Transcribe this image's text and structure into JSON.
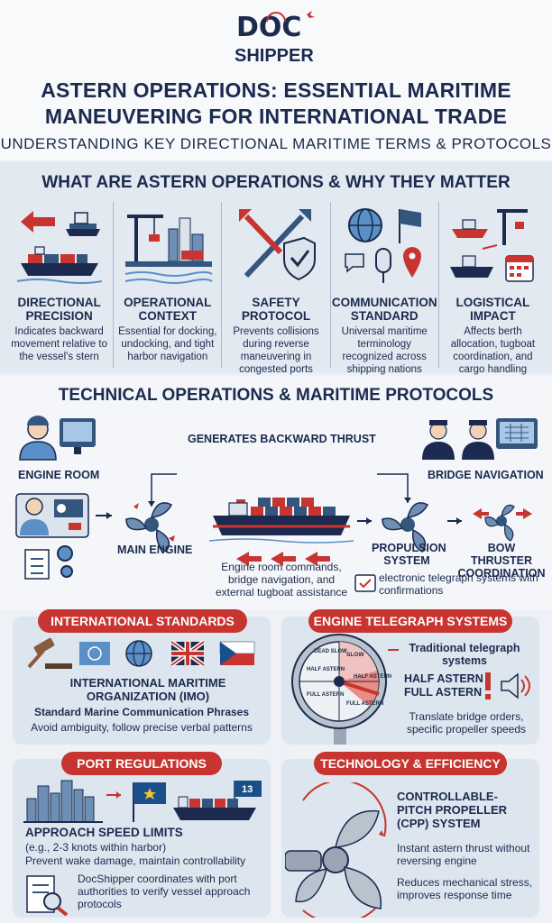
{
  "brand": {
    "logo_top": "DOC",
    "logo_bottom": "SHIPPER"
  },
  "header": {
    "title_line1": "ASTERN OPERATIONS: ESSENTIAL MARITIME",
    "title_line2": "MANEUVERING FOR INTERNATIONAL TRADE",
    "subtitle": "UNDERSTANDING KEY DIRECTIONAL MARITIME TERMS & PROTOCOLS"
  },
  "section1": {
    "title": "WHAT ARE ASTERN OPERATIONS & WHY THEY MATTER",
    "cards": [
      {
        "head1": "DIRECTIONAL",
        "head2": "PRECISION",
        "text": "Indicates backward movement relative to the vessel's stern",
        "icon": "ship-backward-arrow-icon"
      },
      {
        "head1": "OPERATIONAL",
        "head2": "CONTEXT",
        "text": "Essential for docking, undocking, and tight harbor navigation",
        "icon": "harbor-crane-icon"
      },
      {
        "head1": "SAFETY",
        "head2": "PROTOCOL",
        "text": "Prevents collisions during reverse maneuvering in congested ports",
        "icon": "shield-arrows-icon"
      },
      {
        "head1": "COMMUNICATION",
        "head2": "STANDARD",
        "text": "Universal maritime terminology recognized across shipping nations",
        "icon": "globe-microphone-icon"
      },
      {
        "head1": "LOGISTICAL",
        "head2": "IMPACT",
        "text": "Affects berth allocation, tugboat coordination, and cargo handling schedules",
        "icon": "tugboat-calendar-icon"
      }
    ]
  },
  "section2": {
    "title": "TECHNICAL OPERATIONS & MARITIME PROTOCOLS",
    "engine_room": "ENGINE ROOM",
    "bridge_navigation": "BRIDGE NAVIGATION",
    "backward_thrust": "GENERATES BACKWARD THRUST",
    "main_engine": "MAIN ENGINE",
    "propulsion": "PROPULSION SYSTEM",
    "bow_thruster": "BOW THRUSTER COORDINATION",
    "commands": "Engine room commands, bridge navigation, and external tugboat assistance",
    "telegraph_note": "electronic telegraph systems with confirmations"
  },
  "intl": {
    "pill": "INTERNATIONAL STANDARDS",
    "org": "INTERNATIONAL MARITIME ORGANIZATION (IMO)",
    "phrases": "Standard Marine Communication Phrases",
    "avoid": "Avoid ambiguity, follow precise verbal patterns"
  },
  "telegraph": {
    "pill": "ENGINE TELEGRAPH SYSTEMS",
    "traditional": "Traditional telegraph systems",
    "half": "HALF ASTERN",
    "full": "FULL ASTERN",
    "translate": "Translate bridge orders, specific propeller speeds",
    "dial": [
      "SLOW",
      "HALF ASTERN",
      "HALF ASTERN",
      "FULL ASTERN",
      "FULL ASTERN",
      "DEAD SLOW"
    ]
  },
  "port": {
    "pill": "PORT REGULATIONS",
    "limits": "APPROACH SPEED LIMITS",
    "example": "(e.g., 2-3 knots within harbor)",
    "prevent": "Prevent wake damage, maintain controllability",
    "coord": "DocShipper coordinates with port authorities to verify vessel approach protocols",
    "flag_number": "13"
  },
  "tech": {
    "pill": "TECHNOLOGY & EFFICIENCY",
    "cpp": "CONTROLLABLE-PITCH PROPELLER (CPP) SYSTEM",
    "instant": "Instant astern thrust without reversing engine",
    "reduces": "Reduces mechanical stress, improves response time"
  }
}
